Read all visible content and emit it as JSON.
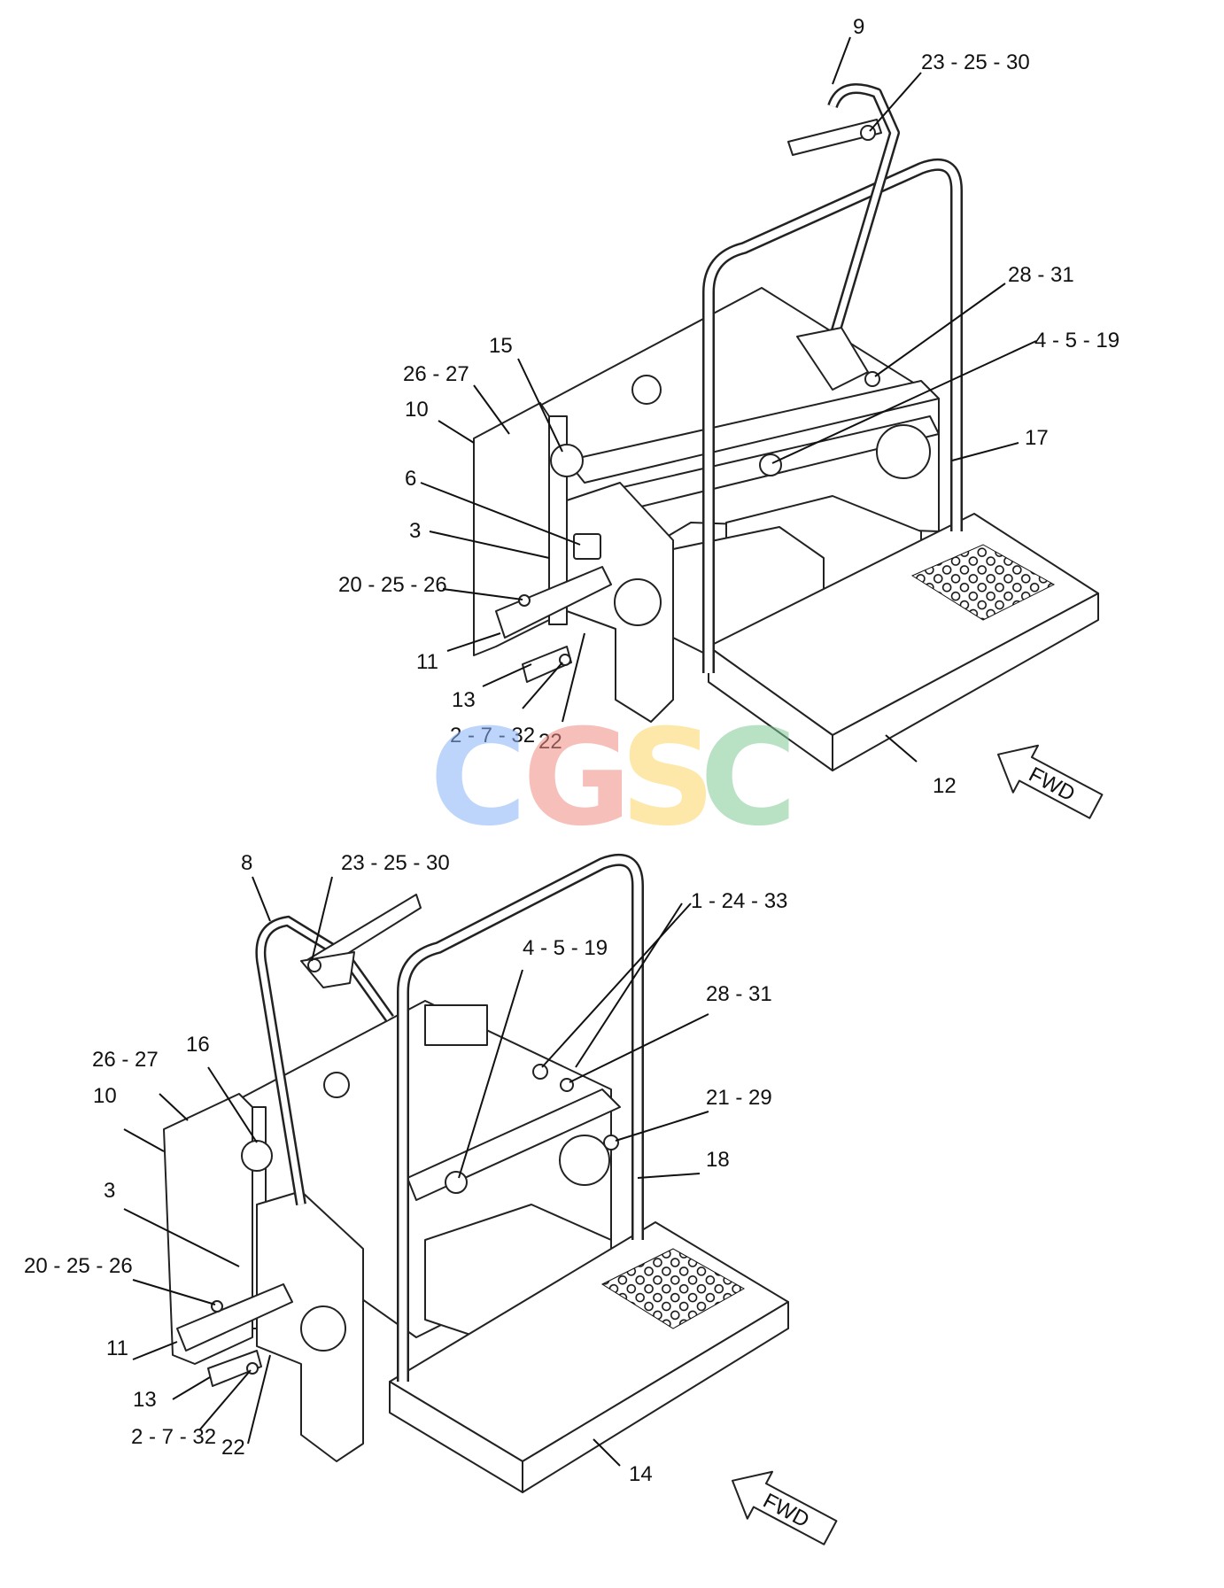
{
  "watermark": {
    "letters": [
      "C",
      "G",
      "S",
      "C"
    ],
    "colors": [
      "#8ab4f8",
      "#f28b82",
      "#fdd663",
      "#81c995"
    ]
  },
  "fwd_label": "FWD",
  "upper_view": {
    "callouts": {
      "c9": "9",
      "c23_25_30": "23 - 25 - 30",
      "c28_31": "28 - 31",
      "c4_5_19": "4 - 5 - 19",
      "c15": "15",
      "c26_27": "26 - 27",
      "c10": "10",
      "c17": "17",
      "c6": "6",
      "c3": "3",
      "c20_25_26": "20 - 25 - 26",
      "c11": "11",
      "c13": "13",
      "c2_7_32": "2 - 7 - 32",
      "c22": "22",
      "c12": "12"
    }
  },
  "lower_view": {
    "callouts": {
      "c8": "8",
      "c23_25_30": "23 - 25 - 30",
      "c1_24_33": "1 - 24 - 33",
      "c4_5_19": "4 - 5 - 19",
      "c28_31": "28 - 31",
      "c26_27": "26 - 27",
      "c16": "16",
      "c10": "10",
      "c21_29": "21 - 29",
      "c18": "18",
      "c3": "3",
      "c20_25_26": "20 - 25 - 26",
      "c11": "11",
      "c13": "13",
      "c2_7_32": "2 - 7 - 32",
      "c22": "22",
      "c14": "14"
    }
  }
}
